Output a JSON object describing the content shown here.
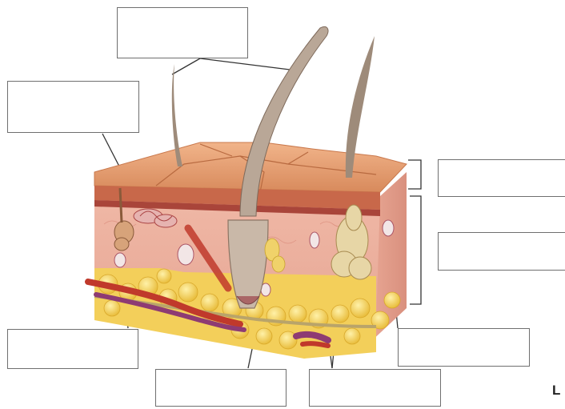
{
  "diagram": {
    "labels": [
      {
        "id": "hair-shaft",
        "text": ""
      },
      {
        "id": "sensory-receptor",
        "text": ""
      },
      {
        "id": "epidermis",
        "text": ""
      },
      {
        "id": "dermis",
        "text": ""
      },
      {
        "id": "blood-vessels",
        "text": ""
      },
      {
        "id": "hair-follicle",
        "text": ""
      },
      {
        "id": "sweat-gland",
        "text": ""
      },
      {
        "id": "nerve-ending",
        "text": ""
      }
    ],
    "corner_fragment": "L"
  },
  "colors": {
    "epidermis": "#e7a57b",
    "dermis": "#eeb7a8",
    "subcutaneous_fat": "#f2c94c",
    "blood_vessel": "#c0392b",
    "hair": "#9e8b7a"
  }
}
